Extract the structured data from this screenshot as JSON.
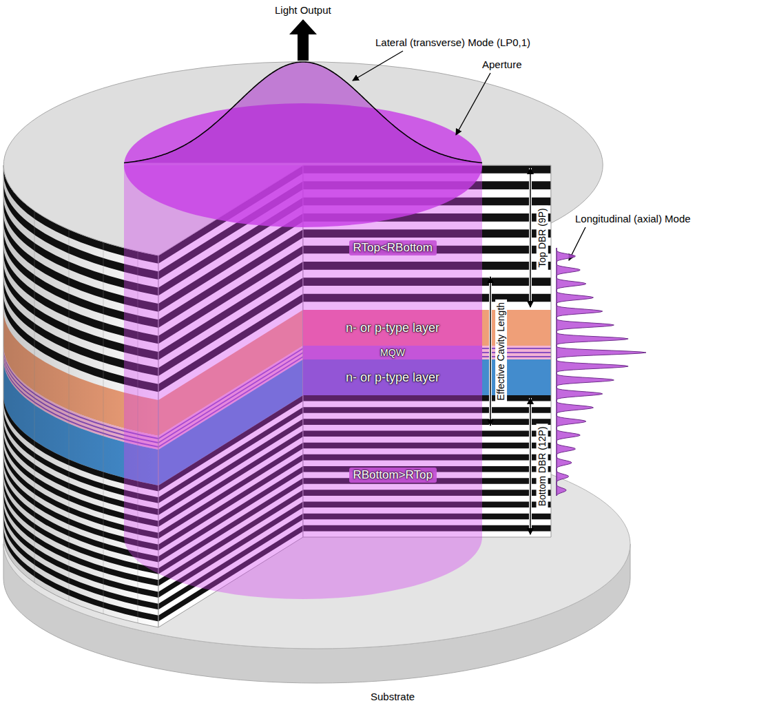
{
  "diagram": {
    "nodes": [
      {
        "text": [
          "n- or p-type layer"
        ]
      },
      {
        "text": [
          "MQW"
        ]
      },
      {
        "text": [
          "n- or p-type layer"
        ]
      }
    ],
    "labels": [
      "Light Output",
      "Lateral (transverse) Mode (LP0,1)",
      "Aperture",
      "RTop<RBottom",
      "Top DBR (9P)",
      "Longitudinal (axial) Mode",
      "Effective Cavity Length",
      "RBottom>RTop",
      "Bottom DBR (12P)",
      "Substrate"
    ]
  }
}
